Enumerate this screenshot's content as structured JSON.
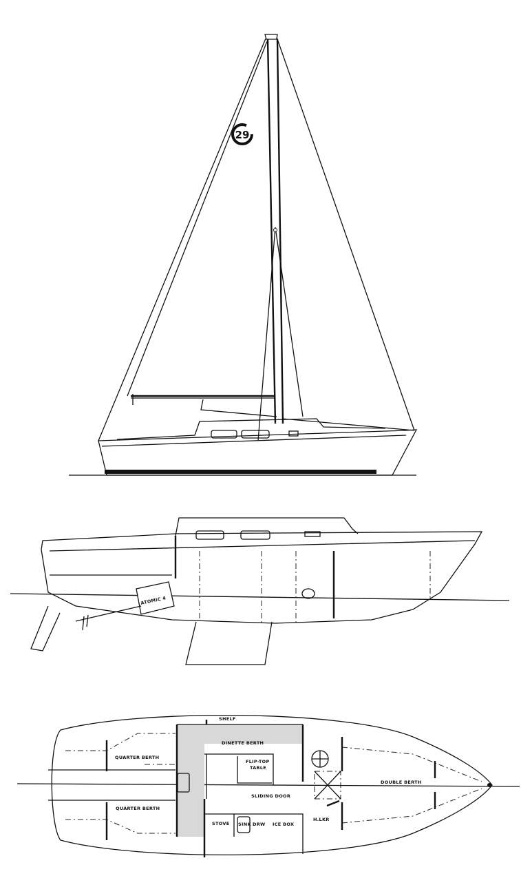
{
  "logo": {
    "text": "29"
  },
  "profile": {
    "engine_label": "ATOMIC 4"
  },
  "plan": {
    "labels": {
      "shelf": "SHELF",
      "dinette_berth": "DINETTE BERTH",
      "flip_top_table_1": "FLIP-TOP",
      "flip_top_table_2": "TABLE",
      "quarter_berth_port": "QUARTER BERTH",
      "quarter_berth_stbd": "QUARTER BERTH",
      "sliding_door": "SLIDING DOOR",
      "stove": "STOVE",
      "sink": "SINK",
      "drawer": "DRW",
      "ice_box": "ICE BOX",
      "hanging_locker": "H.LKR",
      "double_berth": "DOUBLE BERTH"
    }
  },
  "colors": {
    "ink": "#111111",
    "background": "#ffffff",
    "shade": "#d8d8d8"
  }
}
